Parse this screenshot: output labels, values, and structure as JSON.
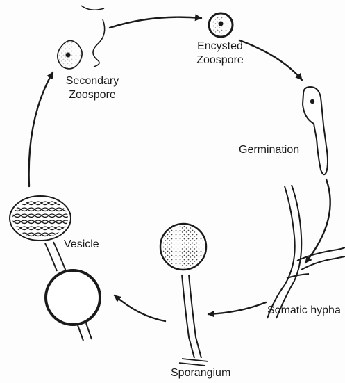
{
  "diagram": {
    "labels": {
      "encysted": [
        "Encysted",
        "Zoospore"
      ],
      "secondary": [
        "Secondary",
        "Zoospore"
      ],
      "germination": "Germination",
      "vesicle": "Vesicle",
      "somatic": "Somatic hypha",
      "sporangium": "Sporangium"
    },
    "colors": {
      "ink": "#1a1a1a",
      "background": "#fdfdfd"
    }
  }
}
